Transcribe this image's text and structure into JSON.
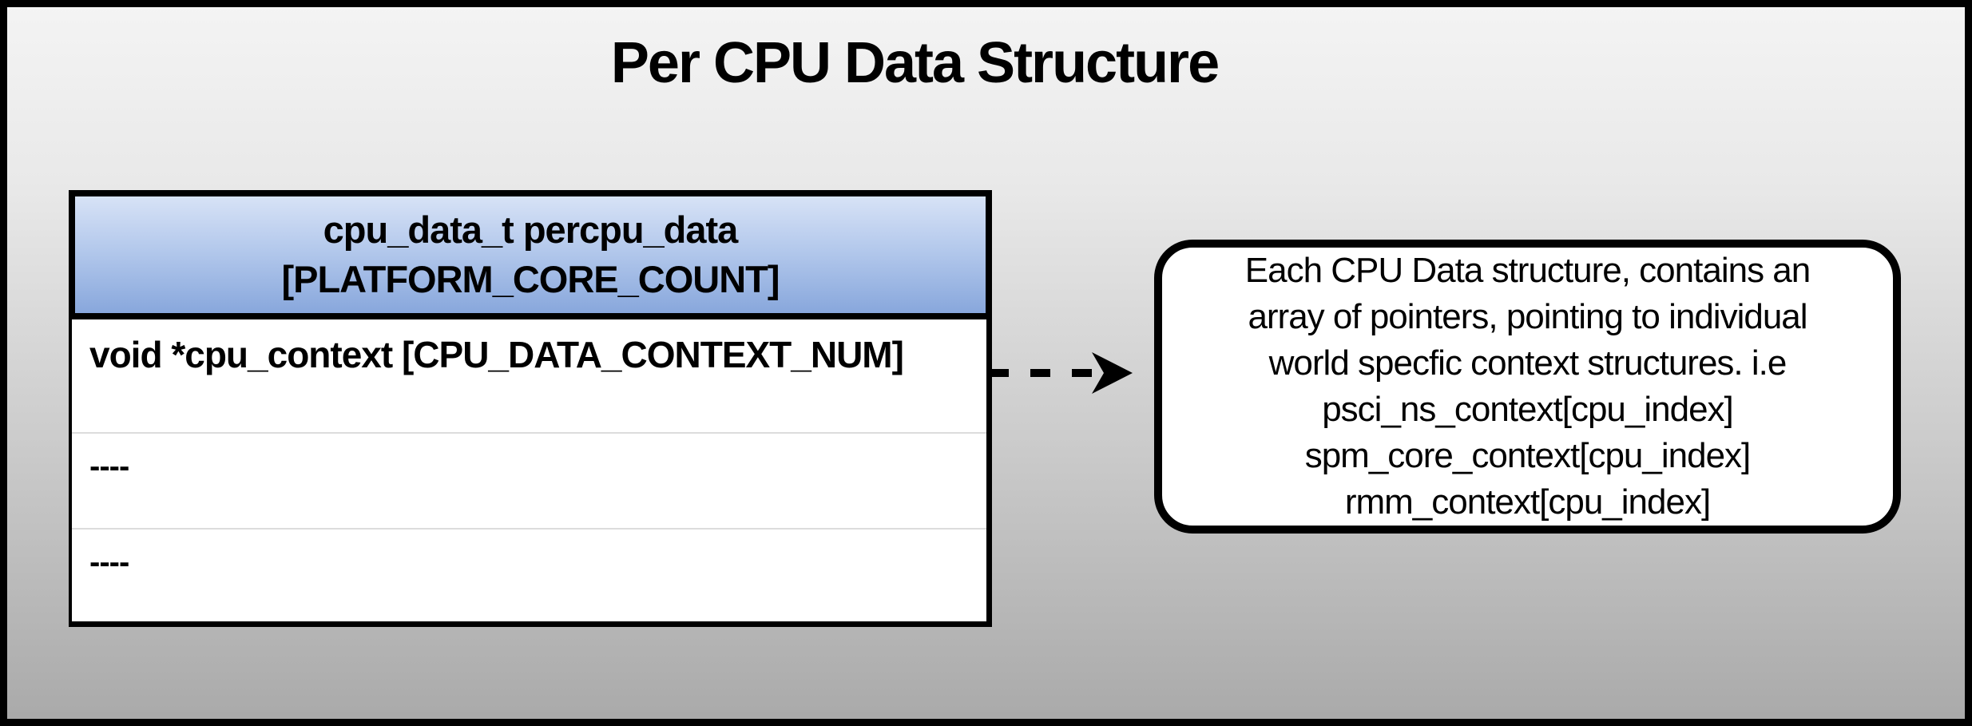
{
  "title": "Per CPU Data Structure",
  "table": {
    "header": "cpu_data_t percpu_data\n[PLATFORM_CORE_COUNT]",
    "rows": [
      "void *cpu_context [CPU_DATA_CONTEXT_NUM]",
      "----",
      "----"
    ]
  },
  "note": "Each CPU Data structure, contains an\narray of pointers, pointing to individual\nworld specfic context structures. i.e\npsci_ns_context[cpu_index]\nspm_core_context[cpu_index]\nrmm_context[cpu_index]",
  "arrow": {
    "style": "dashed",
    "direction": "right",
    "color": "#000000"
  },
  "colors": {
    "background_top": "#f4f4f4",
    "background_bottom": "#a9a9a9",
    "header_gradient_top": "#d7e2f6",
    "header_gradient_bottom": "#88a7dc",
    "box_background": "#ffffff",
    "border": "#000000",
    "row_separator": "#dcdcdc"
  }
}
